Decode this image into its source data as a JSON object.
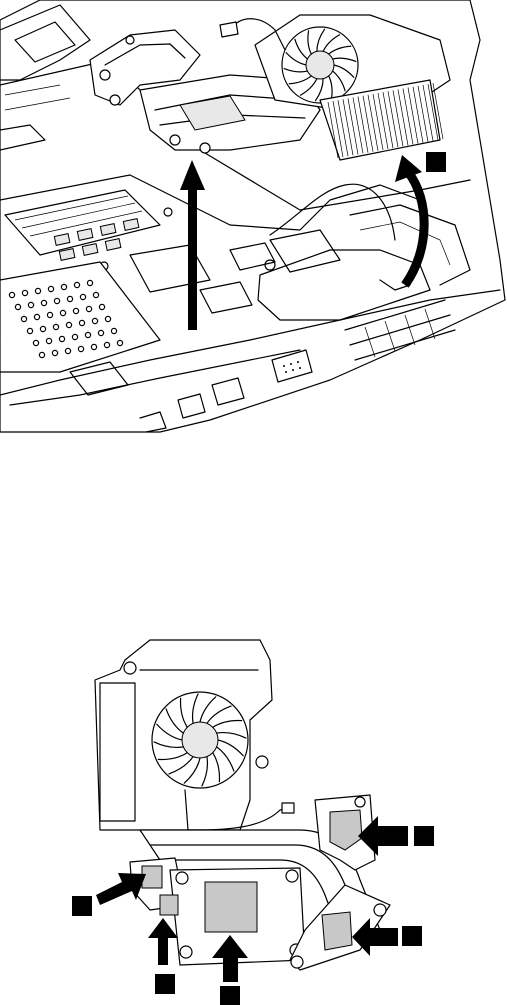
{
  "figure_top": {
    "description_name": "heatsink-fan-removal-illustration",
    "callout_markers": 1,
    "arrows": [
      "vertical-lift-arrow",
      "curved-lift-arrow"
    ]
  },
  "figure_bottom": {
    "description_name": "thermal-pad-locations-illustration",
    "pointer_arrows": 5,
    "callout_markers": 5
  },
  "colors": {
    "line": "#000000",
    "pad_fill": "#c8c8c8",
    "background": "#ffffff"
  }
}
